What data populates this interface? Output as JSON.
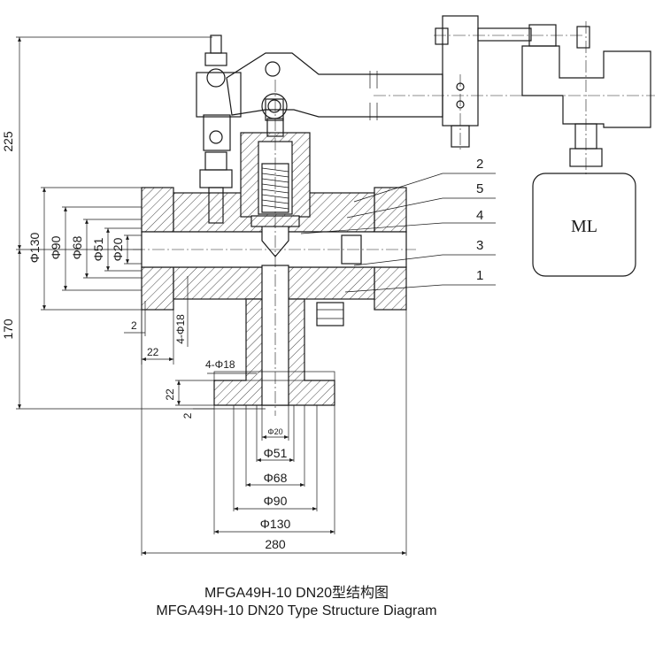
{
  "caption": {
    "chinese": "MFGA49H-10 DN20型结构图",
    "english": "MFGA49H-10 DN20 Type Structure Diagram"
  },
  "weight_label": "ML",
  "parts": [
    "2",
    "5",
    "4",
    "3",
    "1"
  ],
  "dimensions": {
    "left_height_upper": "225",
    "left_height_lower": "170",
    "left_diameters": [
      "Φ130",
      "Φ90",
      "Φ68",
      "Φ51",
      "Φ20"
    ],
    "left_flange_gap": "2",
    "left_flange_thickness": "22",
    "left_flange_holes": "4-Φ18",
    "bottom_flange_holes": "4-Φ18",
    "bottom_flange_thickness": "22",
    "bottom_flange_gap": "2",
    "bottom_diameters": [
      "Φ20",
      "Φ51",
      "Φ68",
      "Φ90",
      "Φ130"
    ],
    "overall_width": "280"
  }
}
